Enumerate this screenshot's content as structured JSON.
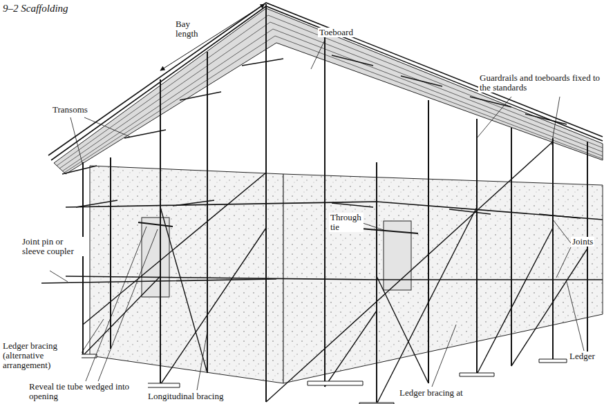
{
  "diagram": {
    "title": "9–2 Scaffolding",
    "labels": [
      "Bay length",
      "Toeboard",
      "Guardrails and toeboards fixed to the standards",
      "Transoms",
      "Through tie",
      "Joint pin or sleeve coupler",
      "Joints",
      "Ledger",
      "Ledger bracing (alternative arrangement)",
      "Reveal tie tube wedged into opening",
      "Longitudinal bracing",
      "Ledger bracing at"
    ]
  }
}
